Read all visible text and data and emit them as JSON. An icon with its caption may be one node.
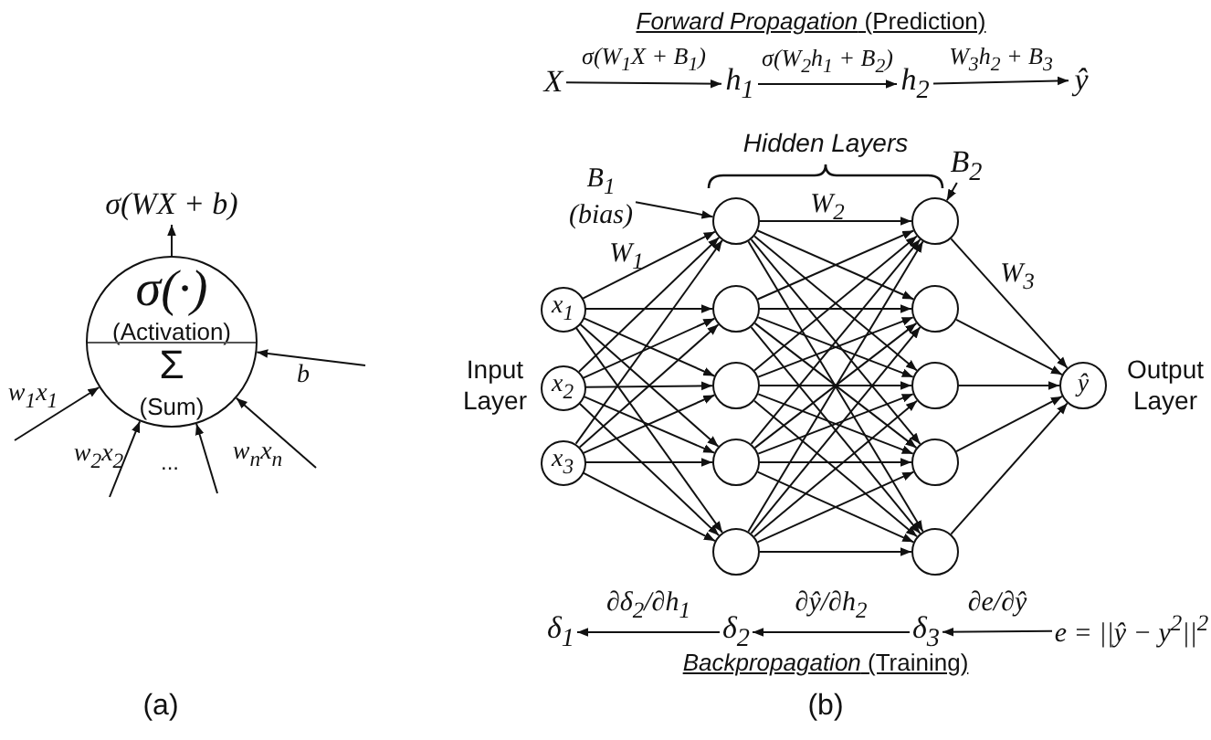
{
  "diagram": {
    "nodes": [
      {
        "text": [
          "σ(·)",
          "(Activation)",
          "Σ",
          "(Sum)"
        ]
      },
      {
        "text": [
          "σ(WX + b)"
        ]
      },
      {
        "text": [
          "X"
        ]
      },
      {
        "text": [
          "h$_{1}$"
        ]
      },
      {
        "text": [
          "h$_{2}$"
        ]
      },
      {
        "text": [
          "ŷ"
        ]
      },
      {
        "text": [
          "B$_{1}$",
          "(bias)"
        ]
      },
      {
        "text": [
          "B$_{2}$"
        ]
      },
      {
        "text": [
          "x$_{1}$"
        ]
      },
      {
        "text": [
          "x$_{2}$"
        ]
      },
      {
        "text": [
          "x$_{3}$"
        ]
      },
      {
        "text": [],
        "shape": "circle"
      },
      {
        "text": [],
        "shape": "circle"
      },
      {
        "text": [],
        "shape": "circle"
      },
      {
        "text": [],
        "shape": "circle"
      },
      {
        "text": [],
        "shape": "circle"
      },
      {
        "text": [],
        "shape": "circle"
      },
      {
        "text": [],
        "shape": "circle"
      },
      {
        "text": [],
        "shape": "circle"
      },
      {
        "text": [],
        "shape": "circle"
      },
      {
        "text": [],
        "shape": "circle"
      },
      {
        "text": [
          "ŷ"
        ]
      },
      {
        "text": [
          "δ$_{1}$"
        ]
      },
      {
        "text": [
          "δ$_{2}$"
        ]
      },
      {
        "text": [
          "δ$_{3}$"
        ]
      },
      {
        "text": [
          "e = ||ŷ − y$^{2}$||$^{2}$"
        ]
      }
    ],
    "edges": [
      {
        "from": 0,
        "to": 1,
        "arrow": "to"
      },
      {
        "from": null,
        "to": 0,
        "arrow": "to",
        "label": "w$_{1}$x$_{1}$"
      },
      {
        "from": null,
        "to": 0,
        "arrow": "to",
        "label": "w$_{2}$x$_{2}$"
      },
      {
        "from": null,
        "to": 0,
        "arrow": "to"
      },
      {
        "from": null,
        "to": 0,
        "arrow": "to",
        "label": "w$_{n}$x$_{n}$"
      },
      {
        "from": null,
        "to": 0,
        "arrow": "to",
        "label": "b"
      },
      {
        "from": 2,
        "to": 3,
        "arrow": "to",
        "label": "σ(W$_{1}$X + B$_{1}$)"
      },
      {
        "from": 3,
        "to": 4,
        "arrow": "to",
        "label": "σ(W$_{2}$h$_{1}$ + B$_{2}$)"
      },
      {
        "from": 4,
        "to": 5,
        "arrow": "to",
        "label": "W$_{3}$h$_{2}$ + B$_{3}$"
      },
      {
        "from": 6,
        "to": 11,
        "arrow": "to"
      },
      {
        "from": 7,
        "to": 16,
        "arrow": "to"
      },
      {
        "from": 8,
        "to": 11,
        "arrow": "to"
      },
      {
        "from": 8,
        "to": 12,
        "arrow": "to"
      },
      {
        "from": 8,
        "to": 13,
        "arrow": "to"
      },
      {
        "from": 8,
        "to": 14,
        "arrow": "to"
      },
      {
        "from": 8,
        "to": 15,
        "arrow": "to"
      },
      {
        "from": 9,
        "to": 11,
        "arrow": "to"
      },
      {
        "from": 9,
        "to": 12,
        "arrow": "to"
      },
      {
        "from": 9,
        "to": 13,
        "arrow": "to"
      },
      {
        "from": 9,
        "to": 14,
        "arrow": "to"
      },
      {
        "from": 9,
        "to": 15,
        "arrow": "to"
      },
      {
        "from": 10,
        "to": 11,
        "arrow": "to"
      },
      {
        "from": 10,
        "to": 12,
        "arrow": "to"
      },
      {
        "from": 10,
        "to": 13,
        "arrow": "to"
      },
      {
        "from": 10,
        "to": 14,
        "arrow": "to"
      },
      {
        "from": 10,
        "to": 15,
        "arrow": "to"
      },
      {
        "from": 11,
        "to": 16,
        "arrow": "to"
      },
      {
        "from": 11,
        "to": 17,
        "arrow": "to"
      },
      {
        "from": 11,
        "to": 18,
        "arrow": "to"
      },
      {
        "from": 11,
        "to": 19,
        "arrow": "to"
      },
      {
        "from": 11,
        "to": 20,
        "arrow": "to"
      },
      {
        "from": 12,
        "to": 16,
        "arrow": "to"
      },
      {
        "from": 12,
        "to": 17,
        "arrow": "to"
      },
      {
        "from": 12,
        "to": 18,
        "arrow": "to"
      },
      {
        "from": 12,
        "to": 19,
        "arrow": "to"
      },
      {
        "from": 12,
        "to": 20,
        "arrow": "to"
      },
      {
        "from": 13,
        "to": 16,
        "arrow": "to"
      },
      {
        "from": 13,
        "to": 17,
        "arrow": "to"
      },
      {
        "from": 13,
        "to": 18,
        "arrow": "to"
      },
      {
        "from": 13,
        "to": 19,
        "arrow": "to"
      },
      {
        "from": 13,
        "to": 20,
        "arrow": "to"
      },
      {
        "from": 14,
        "to": 16,
        "arrow": "to"
      },
      {
        "from": 14,
        "to": 17,
        "arrow": "to"
      },
      {
        "from": 14,
        "to": 18,
        "arrow": "to"
      },
      {
        "from": 14,
        "to": 19,
        "arrow": "to"
      },
      {
        "from": 14,
        "to": 20,
        "arrow": "to"
      },
      {
        "from": 15,
        "to": 16,
        "arrow": "to"
      },
      {
        "from": 15,
        "to": 17,
        "arrow": "to"
      },
      {
        "from": 15,
        "to": 18,
        "arrow": "to"
      },
      {
        "from": 15,
        "to": 19,
        "arrow": "to"
      },
      {
        "from": 15,
        "to": 20,
        "arrow": "to"
      },
      {
        "from": 16,
        "to": 21,
        "arrow": "to"
      },
      {
        "from": 17,
        "to": 21,
        "arrow": "to"
      },
      {
        "from": 18,
        "to": 21,
        "arrow": "to"
      },
      {
        "from": 19,
        "to": 21,
        "arrow": "to"
      },
      {
        "from": 20,
        "to": 21,
        "arrow": "to"
      },
      {
        "from": 25,
        "to": 24,
        "arrow": "to",
        "label": "∂e/∂ŷ"
      },
      {
        "from": 24,
        "to": 23,
        "arrow": "to",
        "label": "∂ŷ/∂h$_{2}$"
      },
      {
        "from": 23,
        "to": 22,
        "arrow": "to",
        "label": "∂δ$_{2}$/∂h$_{1}$"
      }
    ],
    "labels": [
      "*Forward Propagation* (Prediction)",
      "Hidden Layers",
      "W$_{1}$",
      "W$_{2}$",
      "W$_{3}$",
      "Input Layer",
      "Output Layer",
      "...",
      "*Backpropagation* (Training)",
      "(a)",
      "(b)"
    ]
  }
}
